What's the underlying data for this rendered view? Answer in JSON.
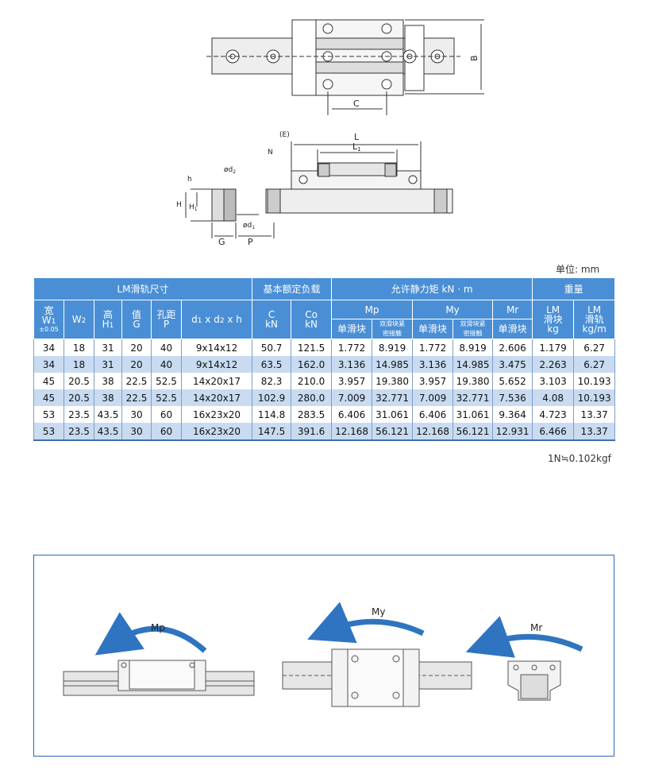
{
  "drawing": {
    "top_labels": {
      "B": "B",
      "C": "C"
    },
    "side_labels": {
      "L": "L",
      "L1": "L",
      "L1_sub": "1",
      "E": "(E)",
      "N": "N",
      "h": "h",
      "H": "H",
      "H1": "H",
      "H1_sub": "1",
      "d2": "ød",
      "d2_sub": "2",
      "d1": "ød",
      "d1_sub": "1",
      "G": "G",
      "P": "P"
    }
  },
  "unit": "单位: mm",
  "table": {
    "groups": {
      "lm": "LM滑轨尺寸",
      "load": "基本额定负载",
      "moment": "允许静力矩 kN · m",
      "weight": "重量"
    },
    "headers": {
      "w1_a": "宽",
      "w1_b": "W",
      "w1_sub": "1",
      "w1_tol": "±0.05",
      "w2": "W",
      "w2_sub": "2",
      "h1_a": "高",
      "h1_b": "H",
      "h1_sub": "1",
      "g_a": "值",
      "g_b": "G",
      "p_a": "孔距",
      "p_b": "P",
      "d": "d",
      "d_sub1": "1",
      "d_x1": " x d",
      "d_sub2": "2",
      "d_x2": " x h",
      "c_a": "C",
      "c_b": "kN",
      "co_a": "Co",
      "co_b": "kN",
      "mp": "Mp",
      "my": "My",
      "mr": "Mr",
      "single": "单滑块",
      "double_a": "双滑块紧",
      "double_b": "密接触",
      "lm_block_a": "LM",
      "lm_block_b": "滑块",
      "lm_block_c": "kg",
      "lm_rail_a": "LM",
      "lm_rail_b": "滑轨",
      "lm_rail_c": "kg/m"
    },
    "rows": [
      [
        "34",
        "18",
        "31",
        "20",
        "40",
        "9x14x12",
        "50.7",
        "121.5",
        "1.772",
        "8.919",
        "1.772",
        "8.919",
        "2.606",
        "1.179",
        "6.27"
      ],
      [
        "34",
        "18",
        "31",
        "20",
        "40",
        "9x14x12",
        "63.5",
        "162.0",
        "3.136",
        "14.985",
        "3.136",
        "14.985",
        "3.475",
        "2.263",
        "6.27"
      ],
      [
        "45",
        "20.5",
        "38",
        "22.5",
        "52.5",
        "14x20x17",
        "82.3",
        "210.0",
        "3.957",
        "19.380",
        "3.957",
        "19.380",
        "5.652",
        "3.103",
        "10.193"
      ],
      [
        "45",
        "20.5",
        "38",
        "22.5",
        "52.5",
        "14x20x17",
        "102.9",
        "280.0",
        "7.009",
        "32.771",
        "7.009",
        "32.771",
        "7.536",
        "4.08",
        "10.193"
      ],
      [
        "53",
        "23.5",
        "43.5",
        "30",
        "60",
        "16x23x20",
        "114.8",
        "283.5",
        "6.406",
        "31.061",
        "6.406",
        "31.061",
        "9.364",
        "4.723",
        "13.37"
      ],
      [
        "53",
        "23.5",
        "43.5",
        "30",
        "60",
        "16x23x20",
        "147.5",
        "391.6",
        "12.168",
        "56.121",
        "12.168",
        "56.121",
        "12.931",
        "6.466",
        "13.37"
      ]
    ]
  },
  "conversion": "1N≒0.102kgf",
  "moments": {
    "mp": "Mp",
    "my": "My",
    "mr": "Mr"
  },
  "colors": {
    "header_blue": "#4a8fd6",
    "alt_row": "#c9dbf1",
    "arrow_blue": "#2f74c0",
    "panel_border": "#2a66b6"
  }
}
